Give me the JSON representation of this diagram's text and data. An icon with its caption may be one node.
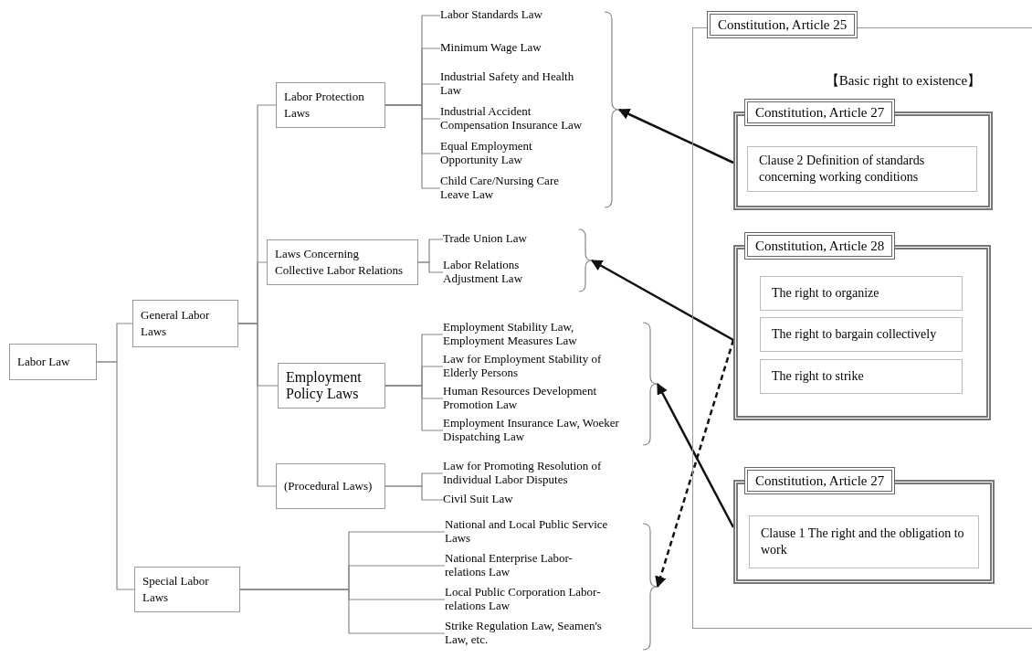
{
  "diagram": {
    "nodes": [
      {
        "text": [
          "Labor Law"
        ]
      },
      {
        "text": [
          "General Labor Laws"
        ]
      },
      {
        "text": [
          "Special Labor Laws"
        ]
      },
      {
        "text": [
          "Labor Protection Laws"
        ]
      },
      {
        "text": [
          "Laws Concerning Collective Labor Relations"
        ]
      },
      {
        "text": [
          "Employment Policy Laws"
        ]
      },
      {
        "text": [
          "(Procedural Laws)"
        ]
      },
      {
        "text": [
          "Labor Standards Law"
        ]
      },
      {
        "text": [
          "Minimum Wage Law"
        ]
      },
      {
        "text": [
          "Industrial Safety and Health Law"
        ]
      },
      {
        "text": [
          "Industrial Accident Compensation Insurance Law"
        ]
      },
      {
        "text": [
          "Equal Employment Opportunity Law"
        ]
      },
      {
        "text": [
          "Child Care/Nursing Care Leave Law"
        ]
      },
      {
        "text": [
          "Trade Union Law"
        ]
      },
      {
        "text": [
          "Labor Relations Adjustment Law"
        ]
      },
      {
        "text": [
          "Employment Stability Law, Employment Measures Law"
        ]
      },
      {
        "text": [
          "Law for Employment Stability of Elderly Persons"
        ]
      },
      {
        "text": [
          "Human Resources Development Promotion Law"
        ]
      },
      {
        "text": [
          "Employment Insurance Law, Woeker Dispatching Law"
        ]
      },
      {
        "text": [
          "Law for Promoting Resolution of Individual Labor Disputes"
        ]
      },
      {
        "text": [
          "Civil Suit Law"
        ]
      },
      {
        "text": [
          "National and Local Public Service Laws"
        ]
      },
      {
        "text": [
          "National Enterprise Labor-relations Law"
        ]
      },
      {
        "text": [
          "Local Public Corporation Labor-relations Law"
        ]
      },
      {
        "text": [
          "Strike Regulation Law, Seamen's Law, etc."
        ]
      },
      {
        "text": [],
        "shape": "brace"
      },
      {
        "text": [],
        "shape": "brace"
      },
      {
        "text": [],
        "shape": "brace"
      },
      {
        "text": [],
        "shape": "brace"
      },
      {
        "text": [
          "Constitution, Article 25",
          "【Basic right to existence】"
        ]
      },
      {
        "text": [
          "Constitution, Article 27"
        ],
        "in": 29
      },
      {
        "text": [
          "Clause 2  Definition of standards concerning working conditions"
        ],
        "in": 30
      },
      {
        "text": [
          "Constitution, Article 28"
        ],
        "in": 29
      },
      {
        "text": [
          "The right to organize"
        ],
        "in": 32
      },
      {
        "text": [
          "The right to bargain collectively"
        ],
        "in": 32
      },
      {
        "text": [
          "The right to strike"
        ],
        "in": 32
      },
      {
        "text": [
          "Constitution, Article 27"
        ],
        "in": 29
      },
      {
        "text": [
          "Clause 1  The right and the obligation to work"
        ],
        "in": 36
      }
    ],
    "edges": [
      {
        "from": 0,
        "to": 1,
        "arrow": "none"
      },
      {
        "from": 0,
        "to": 2,
        "arrow": "none"
      },
      {
        "from": 1,
        "to": 3,
        "arrow": "none"
      },
      {
        "from": 1,
        "to": 4,
        "arrow": "none"
      },
      {
        "from": 1,
        "to": 5,
        "arrow": "none"
      },
      {
        "from": 1,
        "to": 6,
        "arrow": "none"
      },
      {
        "from": 3,
        "to": 7,
        "arrow": "none"
      },
      {
        "from": 3,
        "to": 8,
        "arrow": "none"
      },
      {
        "from": 3,
        "to": 9,
        "arrow": "none"
      },
      {
        "from": 3,
        "to": 10,
        "arrow": "none"
      },
      {
        "from": 3,
        "to": 11,
        "arrow": "none"
      },
      {
        "from": 3,
        "to": 12,
        "arrow": "none"
      },
      {
        "from": 4,
        "to": 13,
        "arrow": "none"
      },
      {
        "from": 4,
        "to": 14,
        "arrow": "none"
      },
      {
        "from": 5,
        "to": 15,
        "arrow": "none"
      },
      {
        "from": 5,
        "to": 16,
        "arrow": "none"
      },
      {
        "from": 5,
        "to": 17,
        "arrow": "none"
      },
      {
        "from": 5,
        "to": 18,
        "arrow": "none"
      },
      {
        "from": 6,
        "to": 19,
        "arrow": "none"
      },
      {
        "from": 6,
        "to": 20,
        "arrow": "none"
      },
      {
        "from": 2,
        "to": 21,
        "arrow": "none"
      },
      {
        "from": 2,
        "to": 22,
        "arrow": "none"
      },
      {
        "from": 2,
        "to": 23,
        "arrow": "none"
      },
      {
        "from": 2,
        "to": 24,
        "arrow": "none"
      },
      {
        "from": 30,
        "to": 25,
        "arrow": "to",
        "color": "#111111"
      },
      {
        "from": 32,
        "to": 26,
        "arrow": "to",
        "color": "#111111"
      },
      {
        "from": 32,
        "to": 28,
        "arrow": "to",
        "style": "dashed",
        "color": "#111111"
      },
      {
        "from": 36,
        "to": 27,
        "arrow": "to",
        "color": "#111111"
      }
    ]
  }
}
